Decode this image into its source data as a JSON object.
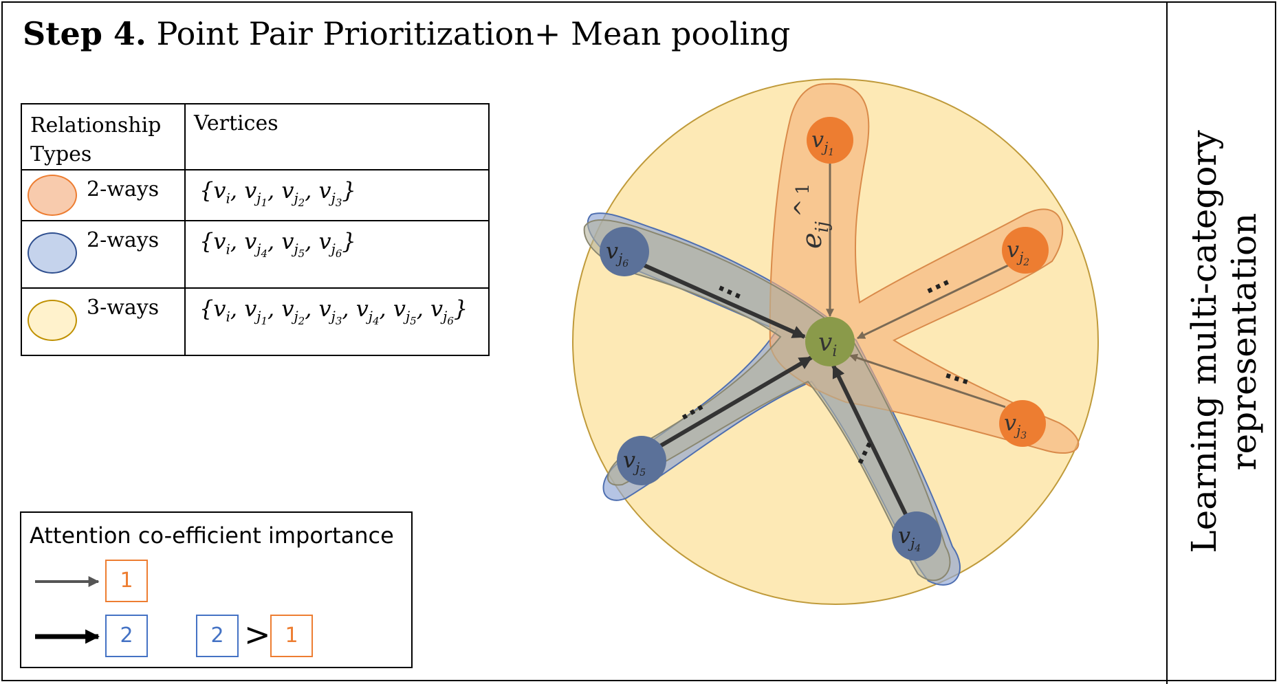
{
  "title": {
    "bold": "Step 4.",
    "rest": " Point Pair Prioritization+ Mean pooling"
  },
  "table": {
    "header": {
      "col1_line1": "Relationship",
      "col1_line2": "Types",
      "col2": "Vertices"
    },
    "rows": [
      {
        "type_label": "2-ways",
        "color": "#f8cbad",
        "border": "#ed7d31",
        "vertices": [
          "i",
          "j1",
          "j2",
          "j3"
        ]
      },
      {
        "type_label": "2-ways",
        "color": "#c5d3ec",
        "border": "#2f4f8f",
        "vertices": [
          "i",
          "j4",
          "j5",
          "j6"
        ]
      },
      {
        "type_label": "3-ways",
        "color": "#fff2cc",
        "border": "#bf9000",
        "vertices": [
          "i",
          "j1",
          "j2",
          "j3",
          "j4",
          "j5",
          "j6"
        ]
      }
    ]
  },
  "legend": {
    "title": "Attention co-efficient importance",
    "value1": "1",
    "value2": "2",
    "compare_left": "2",
    "compare_symbol": ">",
    "compare_right": "1"
  },
  "side_text": {
    "line1": "Learning multi-category",
    "line2": "representation"
  },
  "diagram": {
    "center_label": "v",
    "center_sub": "i",
    "nodes": [
      {
        "base": "v",
        "sub": "j",
        "subsub": "1"
      },
      {
        "base": "v",
        "sub": "j",
        "subsub": "2"
      },
      {
        "base": "v",
        "sub": "j",
        "subsub": "3"
      },
      {
        "base": "v",
        "sub": "j",
        "subsub": "4"
      },
      {
        "base": "v",
        "sub": "j",
        "subsub": "5"
      },
      {
        "base": "v",
        "sub": "j",
        "subsub": "6"
      }
    ],
    "edge_label": "e",
    "edge_sub": "ij",
    "edge_hat": "^",
    "edge_sup": "1",
    "ellipsis": "...",
    "colors": {
      "orange_node": "#ed7d31",
      "blue_node": "#5b7199",
      "center_node": "#8a9a4a",
      "yellow_fill": "#fde9b5",
      "orange_fill": "#f6c08d",
      "grey_fill": "#c9c6b0"
    }
  }
}
